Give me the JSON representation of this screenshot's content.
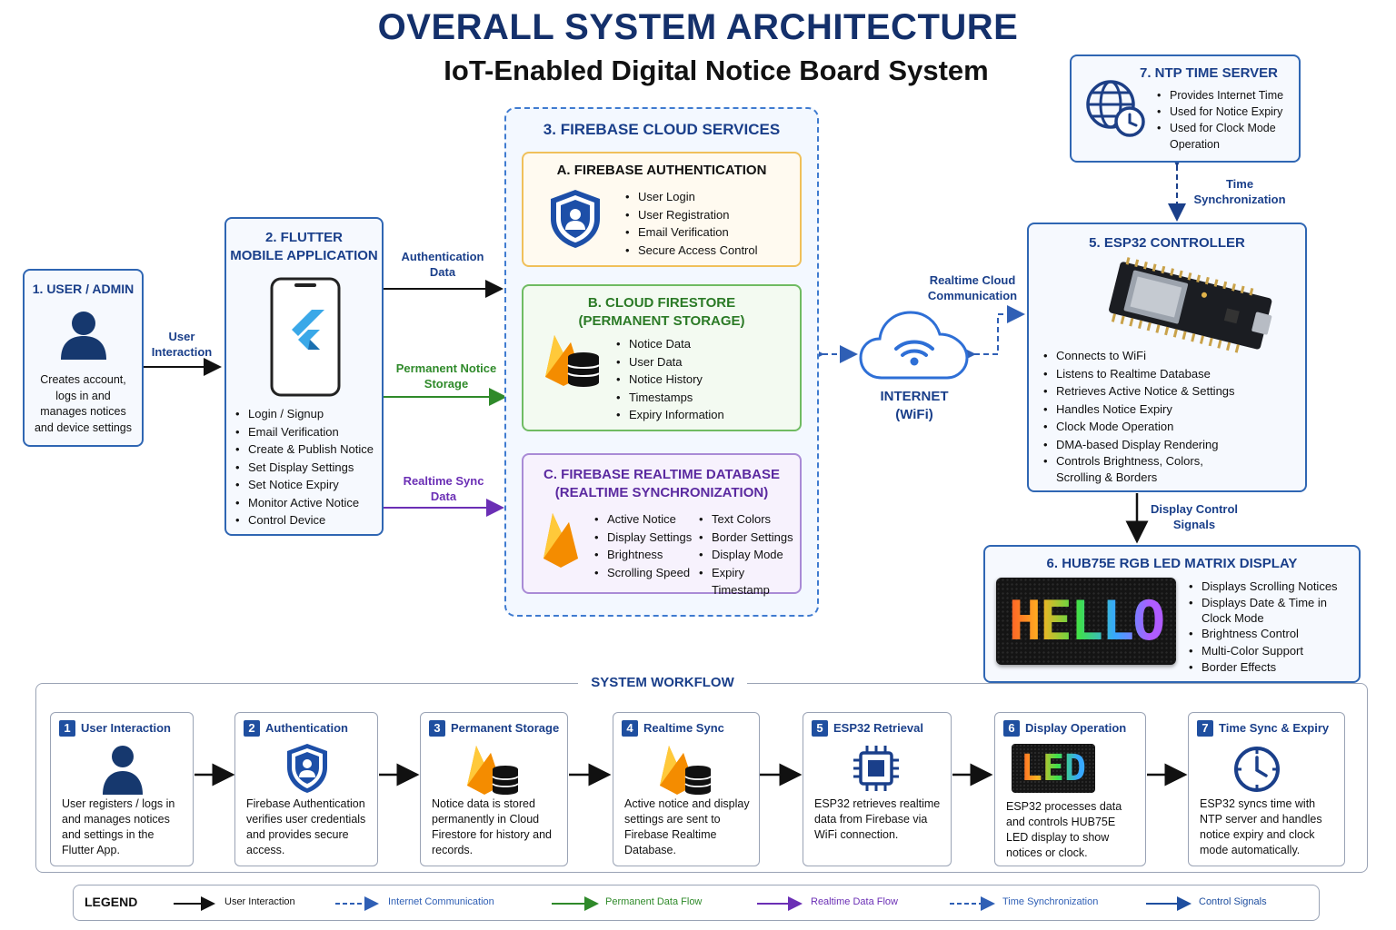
{
  "header": {
    "title": "OVERALL SYSTEM ARCHITECTURE",
    "subtitle": "IoT-Enabled Digital Notice Board System"
  },
  "user": {
    "title": "1. USER / ADMIN",
    "description": "Creates account, logs in and manages notices and device settings"
  },
  "flutter": {
    "title_line1": "2. FLUTTER",
    "title_line2": "MOBILE APPLICATION",
    "features": [
      "Login / Signup",
      "Email Verification",
      "Create & Publish Notice",
      "Set Display Settings",
      "Set Notice Expiry",
      "Monitor Active Notice",
      "Control Device"
    ]
  },
  "firebase": {
    "title": "3. FIREBASE CLOUD SERVICES",
    "auth": {
      "title": "A. FIREBASE AUTHENTICATION",
      "items": [
        "User Login",
        "User Registration",
        "Email Verification",
        "Secure Access Control"
      ]
    },
    "firestore": {
      "title_line1": "B. CLOUD FIRESTORE",
      "title_line2": "(PERMANENT STORAGE)",
      "items": [
        "Notice Data",
        "User Data",
        "Notice History",
        "Timestamps",
        "Expiry Information"
      ]
    },
    "rtdb": {
      "title_line1": "C. FIREBASE REALTIME DATABASE",
      "title_line2": "(REALTIME SYNCHRONIZATION)",
      "items_left": [
        "Active Notice",
        "Display Settings",
        "Brightness",
        "Scrolling Speed"
      ],
      "items_right": [
        "Text Colors",
        "Border Settings",
        "Display Mode",
        "Expiry Timestamp"
      ]
    }
  },
  "flows": {
    "user_interaction": [
      "User",
      "Interaction"
    ],
    "auth_data": [
      "Authentication",
      "Data"
    ],
    "permanent_storage": [
      "Permanent Notice",
      "Storage"
    ],
    "realtime_sync": [
      "Realtime Sync",
      "Data"
    ],
    "realtime_cloud": [
      "Realtime Cloud",
      "Communication"
    ],
    "time_sync": [
      "Time",
      "Synchronization"
    ],
    "display_control": [
      "Display Control",
      "Signals"
    ]
  },
  "internet": {
    "label_line1": "INTERNET",
    "label_line2": "(WiFi)"
  },
  "ntp": {
    "title": "7. NTP TIME SERVER",
    "items": [
      "Provides Internet Time",
      "Used for Notice Expiry",
      "Used for Clock Mode Operation"
    ]
  },
  "esp32": {
    "title": "5. ESP32 CONTROLLER",
    "items": [
      "Connects to WiFi",
      "Listens to Realtime Database",
      "Retrieves Active Notice & Settings",
      "Handles Notice Expiry",
      "Clock Mode Operation",
      "DMA-based Display Rendering",
      "Controls Brightness, Colors, Scrolling & Borders"
    ]
  },
  "hub75": {
    "title": "6. HUB75E RGB LED MATRIX DISPLAY",
    "display_text": "HELLO",
    "items": [
      "Displays Scrolling Notices",
      "Displays Date & Time in Clock Mode",
      "Brightness Control",
      "Multi-Color Support",
      "Border Effects"
    ]
  },
  "workflow": {
    "title": "SYSTEM WORKFLOW",
    "steps": [
      {
        "num": "1",
        "title": "User Interaction",
        "desc": "User registers / logs in and manages notices and settings in the Flutter App.",
        "icon": "user-icon"
      },
      {
        "num": "2",
        "title": "Authentication",
        "desc": "Firebase Authentication verifies user credentials and provides secure access.",
        "icon": "shield-icon"
      },
      {
        "num": "3",
        "title": "Permanent Storage",
        "desc": "Notice data is stored permanently in Cloud Firestore for history and records.",
        "icon": "firebase-db-icon"
      },
      {
        "num": "4",
        "title": "Realtime Sync",
        "desc": "Active notice and display settings are sent to Firebase Realtime Database.",
        "icon": "firebase-db-icon"
      },
      {
        "num": "5",
        "title": "ESP32 Retrieval",
        "desc": "ESP32 retrieves realtime data from Firebase via WiFi connection.",
        "icon": "chip-icon"
      },
      {
        "num": "6",
        "title": "Display Operation",
        "desc": "ESP32 processes data and controls HUB75E LED display to show notices or clock.",
        "icon": "led-icon",
        "icon_text": "LED"
      },
      {
        "num": "7",
        "title": "Time Sync & Expiry",
        "desc": "ESP32 syncs time with NTP server and handles notice expiry and clock mode automatically.",
        "icon": "clock-icon"
      }
    ]
  },
  "legend": {
    "title": "LEGEND",
    "items": [
      {
        "label": "User Interaction",
        "color": "#111111",
        "dashed": false
      },
      {
        "label": "Internet Communication",
        "color": "#2f5fb5",
        "dashed": true
      },
      {
        "label": "Permanent Data Flow",
        "color": "#2f8a2a",
        "dashed": false
      },
      {
        "label": "Realtime Data Flow",
        "color": "#6b2fb5",
        "dashed": false
      },
      {
        "label": "Time Synchronization",
        "color": "#2f5fb5",
        "dashed": true
      },
      {
        "label": "Control Signals",
        "color": "#1f4fa0",
        "dashed": false
      }
    ]
  },
  "colors": {
    "navy": "#14306b",
    "box_border": "#2f66b3",
    "firebase_yellow": "#f6b21a",
    "green": "#2f8a2a",
    "purple": "#6b2fb5"
  }
}
